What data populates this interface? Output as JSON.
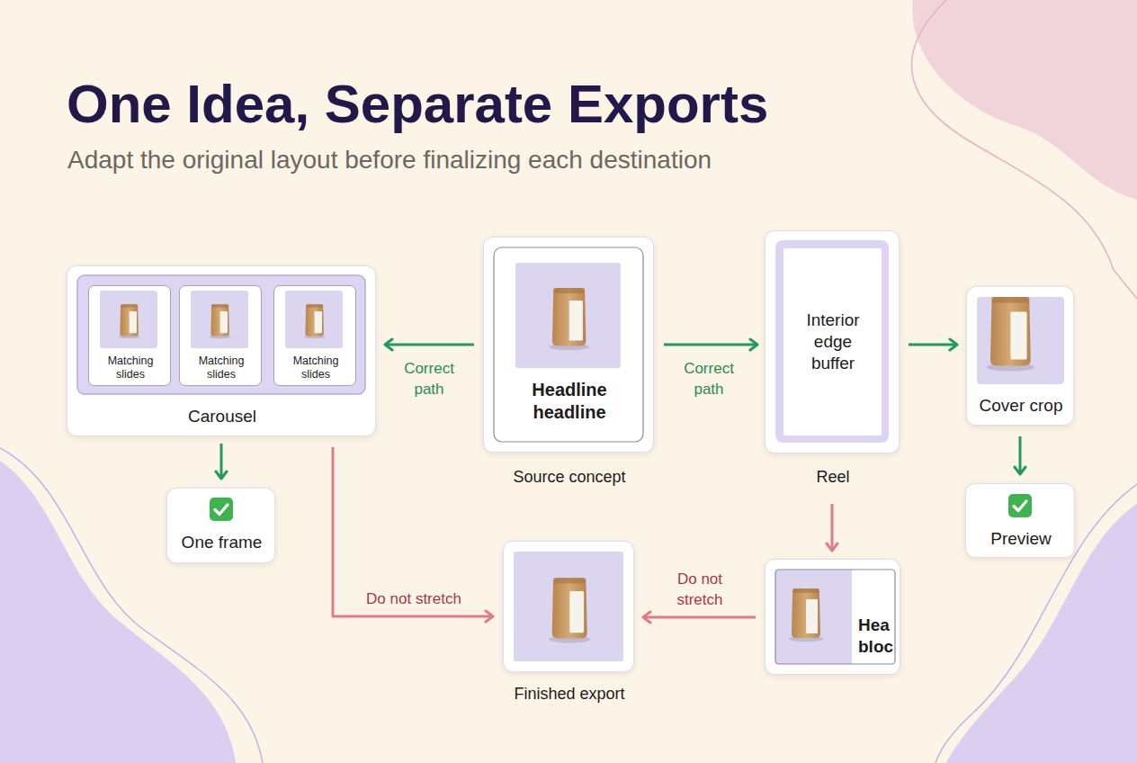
{
  "diagram": {
    "title": "One Idea, Separate Exports",
    "caption": "Adapt the original layout before finalizing each destination",
    "nodes": [
      {
        "text": [
          "Carousel"
        ]
      },
      {
        "text": [
          "Matching slides"
        ],
        "in": 0
      },
      {
        "text": [
          "Matching slides"
        ],
        "in": 0
      },
      {
        "text": [
          "Matching slides"
        ],
        "in": 0
      },
      {
        "text": [
          "Headline headline",
          "Source concept"
        ]
      },
      {
        "text": [
          "Interior edge buffer",
          "Reel"
        ]
      },
      {
        "text": [
          "Cover crop"
        ]
      },
      {
        "text": [
          "One frame"
        ]
      },
      {
        "text": [
          "Preview"
        ]
      },
      {
        "text": [
          "Finished export"
        ]
      },
      {
        "text": [
          "Hea bloc"
        ]
      }
    ],
    "edges": [
      {
        "from": 4,
        "to": 0,
        "arrow": "to",
        "label": "Correct path"
      },
      {
        "from": 4,
        "to": 5,
        "arrow": "to",
        "label": "Correct path"
      },
      {
        "from": 5,
        "to": 6,
        "arrow": "to"
      },
      {
        "from": 0,
        "to": 7,
        "arrow": "to"
      },
      {
        "from": 6,
        "to": 8,
        "arrow": "to"
      },
      {
        "from": 0,
        "to": 9,
        "arrow": "to",
        "label": "Do not stretch"
      },
      {
        "from": 5,
        "to": 10,
        "arrow": "to"
      },
      {
        "from": 10,
        "to": 9,
        "arrow": "to",
        "label": "Do not stretch"
      }
    ]
  }
}
